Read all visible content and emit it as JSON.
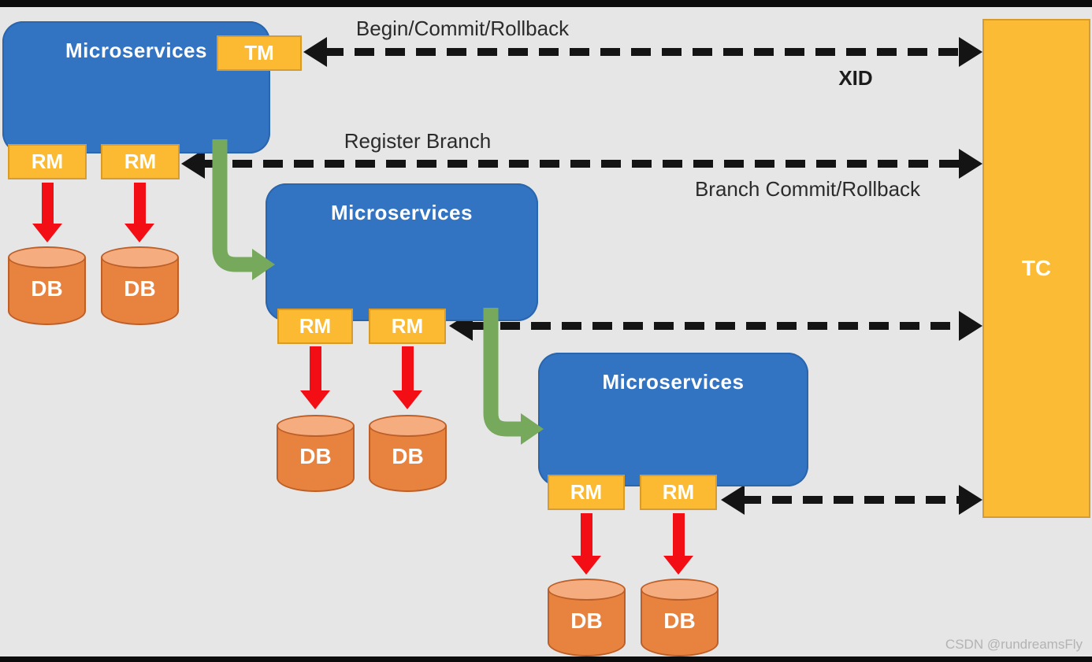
{
  "labels": {
    "begin_commit_rollback": "Begin/Commit/Rollback",
    "xid": "XID",
    "register_branch": "Register Branch",
    "branch_commit_rollback": "Branch Commit/Rollback"
  },
  "tc_label": "TC",
  "groups": [
    {
      "title": "Microservices",
      "tm_label": "TM",
      "rm_labels": [
        "RM",
        "RM"
      ],
      "db_labels": [
        "DB",
        "DB"
      ]
    },
    {
      "title": "Microservices",
      "rm_labels": [
        "RM",
        "RM"
      ],
      "db_labels": [
        "DB",
        "DB"
      ]
    },
    {
      "title": "Microservices",
      "rm_labels": [
        "RM",
        "RM"
      ],
      "db_labels": [
        "DB",
        "DB"
      ]
    }
  ],
  "watermark": "CSDN @rundreamsFly",
  "colors": {
    "background": "#e6e6e6",
    "service_blue": "#3273c2",
    "connector_yellow": "#fcba32",
    "db_orange": "#e8823f",
    "db_top_orange": "#f5ad80",
    "arrow_red": "#f30d15",
    "arrow_green": "#76a95c",
    "line_black": "#141414"
  }
}
